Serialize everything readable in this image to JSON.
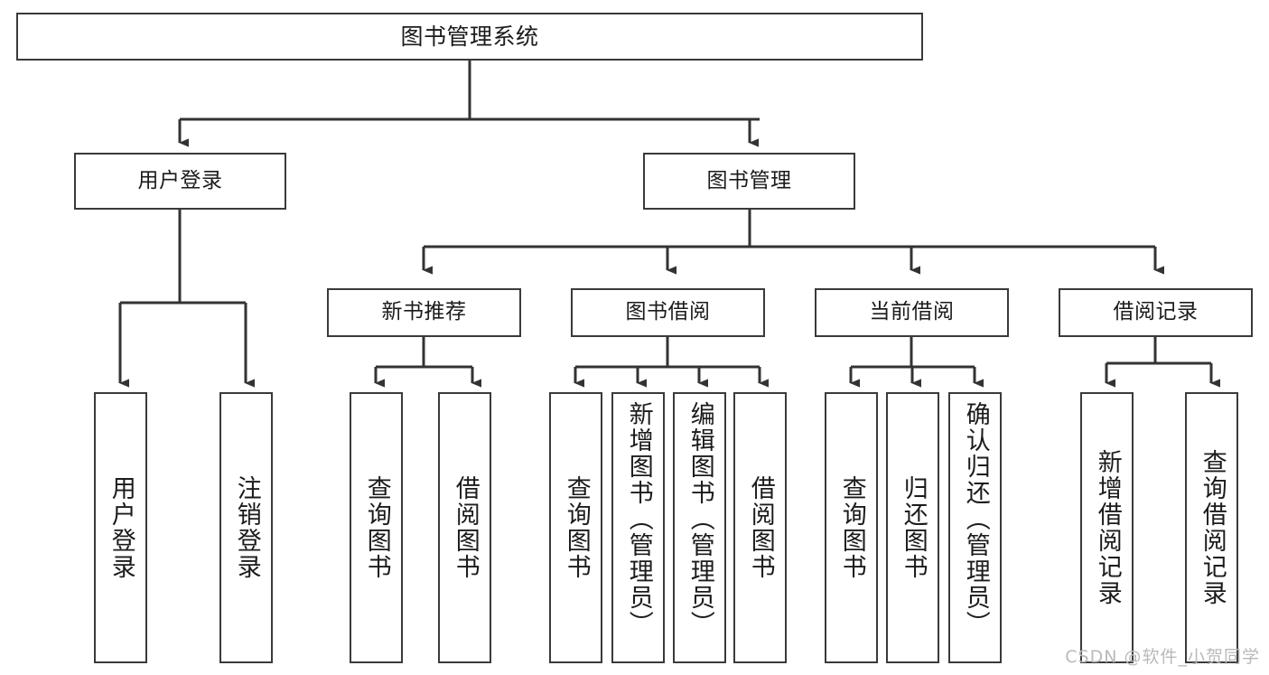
{
  "diagram": {
    "type": "tree-hierarchy-chart",
    "title": "图书管理系统",
    "watermark": "CSDN @软件_小贺同学",
    "colors": {
      "box_border": "#3a3a3a",
      "box_fill": "#ffffff",
      "connector": "#333333",
      "text": "#1b1b1b",
      "watermark": "#b9b9b9"
    },
    "nodes": {
      "root": {
        "label": "图书管理系统"
      },
      "level2": [
        {
          "label": "用户登录"
        },
        {
          "label": "图书管理"
        }
      ],
      "level3": [
        {
          "label": "新书推荐"
        },
        {
          "label": "图书借阅"
        },
        {
          "label": "当前借阅"
        },
        {
          "label": "借阅记录"
        }
      ],
      "leaves_user_login": [
        {
          "label": "用户登录"
        },
        {
          "label": "注销登录"
        }
      ],
      "leaves_new_book": [
        {
          "label": "查询图书"
        },
        {
          "label": "借阅图书"
        }
      ],
      "leaves_borrow": [
        {
          "label": "查询图书"
        },
        {
          "label": "新增图书（管理员）"
        },
        {
          "label": "编辑图书（管理员）"
        },
        {
          "label": "借阅图书"
        }
      ],
      "leaves_current": [
        {
          "label": "查询图书"
        },
        {
          "label": "归还图书"
        },
        {
          "label": "确认归还（管理员）"
        }
      ],
      "leaves_records": [
        {
          "label": "新增借阅记录"
        },
        {
          "label": "查询借阅记录"
        }
      ]
    }
  }
}
